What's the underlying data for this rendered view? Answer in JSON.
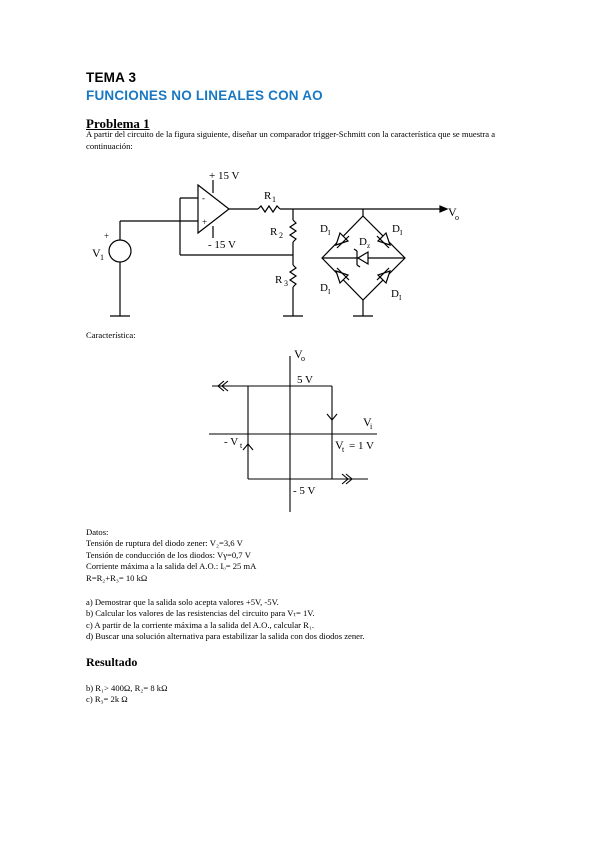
{
  "header": {
    "tema": "TEMA 3",
    "subtitle": "FUNCIONES NO LINEALES CON AO"
  },
  "problem": {
    "title": "Problema 1",
    "intro": "A partir del circuito de la figura siguiente, diseñar un comparador trigger-Schmitt con la característica que se muestra a continuación:"
  },
  "circuit": {
    "vplus": "+ 15 V",
    "vminus": "- 15 V",
    "r1": "R",
    "r1_sub": "1",
    "r2": "R",
    "r2_sub": "2",
    "r3": "R",
    "r3_sub": "3",
    "vo": "V",
    "vo_sub": "o",
    "v1": "V",
    "v1_sub": "1",
    "plus_sign": "+",
    "opamp_minus": "-",
    "opamp_plus": "+",
    "d_tl": "D",
    "d_tl_sub": "I",
    "d_tr": "D",
    "d_tr_sub": "I",
    "d_bl": "D",
    "d_bl_sub": "I",
    "d_br": "D",
    "d_br_sub": "I",
    "dz": "D",
    "dz_sub": "z"
  },
  "characteristic": {
    "label": "Característica:",
    "vo_axis": "V",
    "vo_axis_sub": "o",
    "vi_axis": "V",
    "vi_axis_sub": "i",
    "pos_level": "5 V",
    "neg_level": "- 5 V",
    "neg_vt": "- V",
    "neg_vt_sub": "t",
    "vt_label": "V",
    "vt_label_sub": "t",
    "vt_value": "= 1 V"
  },
  "datos": [
    "Datos:",
    "Tensión de ruptura del diodo zener: V₂=3,6 V",
    "Tensión de conducción de los diodos: Vγ=0,7 V",
    "Corriente máxima a la salida del A.O.: Iₒ= 25 mA",
    "R=R₂+R₃= 10 kΩ"
  ],
  "questions": [
    "a) Demostrar que la salida solo acepta valores +5V, -5V.",
    "b) Calcular los valores de las resistencias del circuito para Vₜ= 1V.",
    "c) A partir de la corriente máxima a la salida del A.O., calcular R₁.",
    "d) Buscar una solución alternativa para estabilizar la salida con dos diodos zener."
  ],
  "result": {
    "title": "Resultado",
    "answers": [
      "b) R₁> 400Ω, R₂= 8 kΩ",
      "c) R₃= 2k Ω"
    ]
  }
}
